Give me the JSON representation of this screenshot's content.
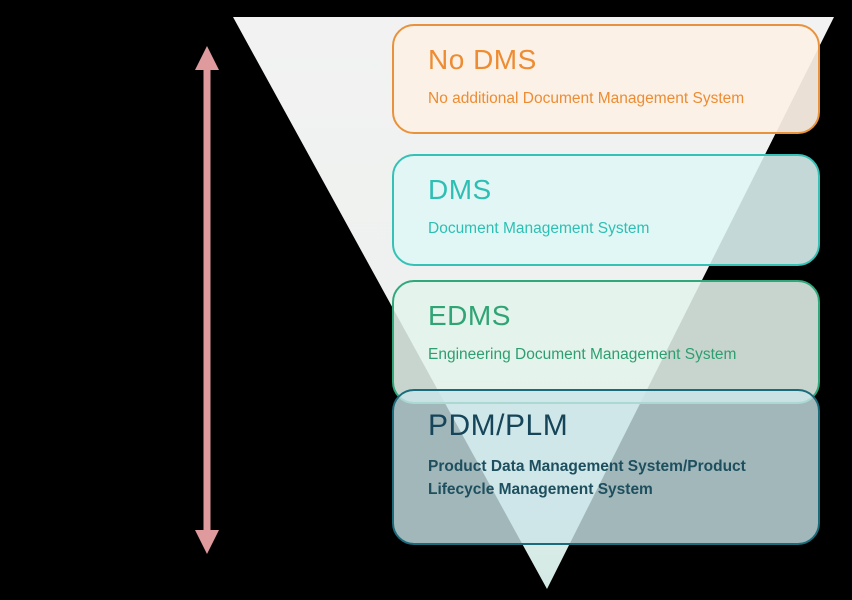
{
  "diagram": {
    "funnel": {
      "name": "inverted-funnel",
      "color_top": "#f2f2f2",
      "color_bottom": "#d4eae5"
    },
    "arrow": {
      "name": "capability-scale-arrow",
      "color": "#df9a9e"
    },
    "levels": [
      {
        "title": "No DMS",
        "subtitle": "No additional Document Management System",
        "accent": "#ed8c32",
        "fill": "#fdf1e5"
      },
      {
        "title": "DMS",
        "subtitle": "Document Management System",
        "accent": "#36c1b7",
        "fill": "#dff7f5"
      },
      {
        "title": "EDMS",
        "subtitle": "Engineering Document Management System",
        "accent": "#2fa474",
        "fill": "#e2f2ea"
      },
      {
        "title": "PDM/PLM",
        "subtitle": "Product Data Management System/Product Lifecycle Management System",
        "accent": "#1c6b7a",
        "fill": "#cbe5e9"
      }
    ]
  }
}
